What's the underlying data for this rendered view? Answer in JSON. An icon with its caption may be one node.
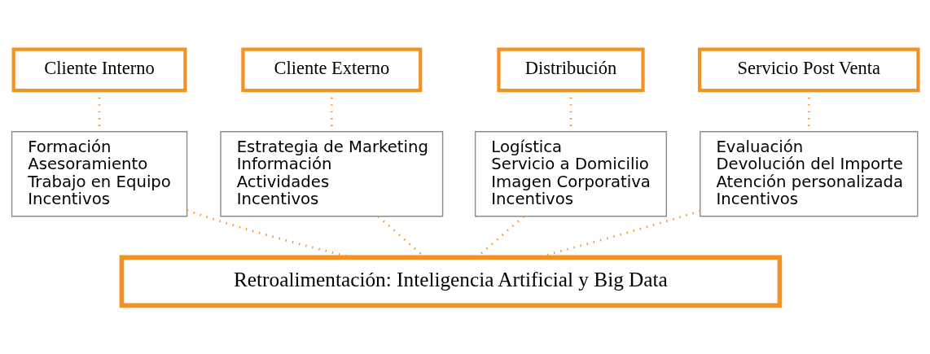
{
  "diagram": {
    "nodes": [
      {
        "text": [
          "Cliente Interno"
        ]
      },
      {
        "text": [
          "Cliente Externo"
        ]
      },
      {
        "text": [
          "Distribución"
        ]
      },
      {
        "text": [
          "Servicio Post Venta"
        ]
      },
      {
        "text": [
          "Formación",
          "Asesoramiento",
          "Trabajo en Equipo",
          "Incentivos"
        ]
      },
      {
        "text": [
          "Estrategia de Marketing",
          "Información",
          "Actividades",
          "Incentivos"
        ]
      },
      {
        "text": [
          "Logística",
          "Servicio a Domicilio",
          "Imagen Corporativa",
          "Incentivos"
        ]
      },
      {
        "text": [
          "Evaluación",
          "Devolución del Importe",
          "Atención personalizada",
          "Incentivos"
        ]
      },
      {
        "text": [
          "Retroalimentación: Inteligencia Artificial y Big Data"
        ]
      }
    ],
    "edges": [
      {
        "from": 0,
        "to": 4,
        "arrow": "none"
      },
      {
        "from": 1,
        "to": 5,
        "arrow": "none"
      },
      {
        "from": 2,
        "to": 6,
        "arrow": "none"
      },
      {
        "from": 3,
        "to": 7,
        "arrow": "none"
      },
      {
        "from": 4,
        "to": 8,
        "arrow": "none"
      },
      {
        "from": 5,
        "to": 8,
        "arrow": "none"
      },
      {
        "from": 6,
        "to": 8,
        "arrow": "none"
      },
      {
        "from": 7,
        "to": 8,
        "arrow": "none"
      }
    ]
  }
}
